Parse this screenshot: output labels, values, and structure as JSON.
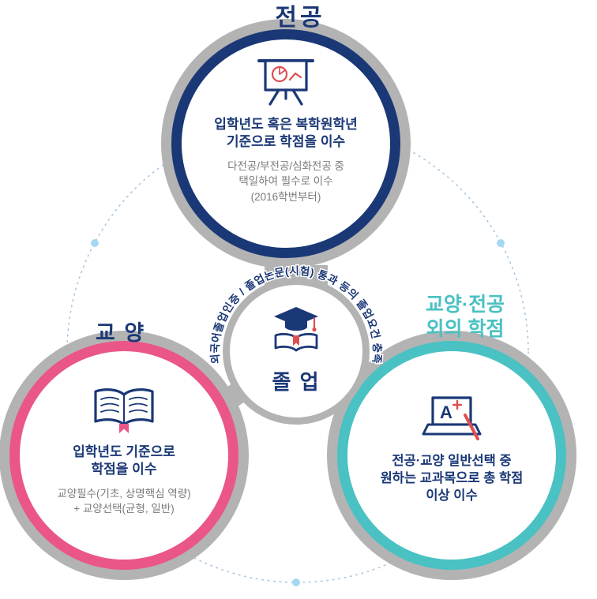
{
  "diagram": {
    "top": {
      "label": "전공",
      "icon": "presentation-chart-icon",
      "title": [
        "입학년도 혹은 복학원학년",
        "기준으로 학점을 이수"
      ],
      "body": [
        "다전공/부전공/심화전공 중",
        "택일하여 필수로 이수",
        "(2016학번부터)"
      ]
    },
    "left": {
      "label": "교 양",
      "icon": "open-book-icon",
      "title": [
        "입학년도 기준으로",
        "학점을 이수"
      ],
      "body": [
        "교양필수(기초, 상명핵심 역량)",
        "+ 교양선택(균형, 일반)"
      ]
    },
    "right": {
      "label_line1": "교양·전공",
      "label_line2": "외의 학점",
      "icon": "laptop-aplus-icon",
      "title": [
        "전공·교양 일반선택 중",
        "원하는 교과목으로 총 학점",
        "이상 이수"
      ]
    },
    "center": {
      "label": "졸 업",
      "icon": "graduation-cap-book-icon",
      "arc_text": "외국어졸업인증 / 졸업논문(시험) 통과 등의 졸업요건 충족"
    }
  },
  "colors": {
    "navy": "#1b3876",
    "pink": "#ea5687",
    "teal": "#4ac1c3",
    "ring-gray": "#b3b3b3",
    "body-gray": "#7a7a7a",
    "red": "#dd4f52",
    "dash": "#a9c6e0",
    "dot": "#a5d8f2"
  }
}
